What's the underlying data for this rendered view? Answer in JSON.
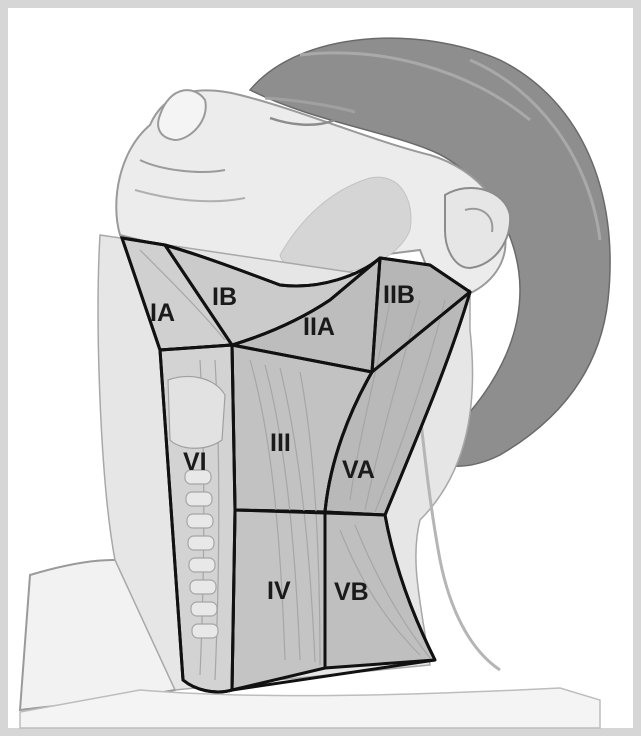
{
  "diagram": {
    "levels": [
      {
        "id": "IA",
        "label": "IA"
      },
      {
        "id": "IB",
        "label": "IB"
      },
      {
        "id": "IIA",
        "label": "IIA"
      },
      {
        "id": "IIB",
        "label": "IIB"
      },
      {
        "id": "III",
        "label": "III"
      },
      {
        "id": "IV",
        "label": "IV"
      },
      {
        "id": "VA",
        "label": "VA"
      },
      {
        "id": "VB",
        "label": "VB"
      },
      {
        "id": "VI",
        "label": "VI"
      }
    ],
    "colors": {
      "hair": "#8e8e8e",
      "skin": "#ececec",
      "beard": "#d5d5d5",
      "region": "#bdbdbd",
      "region_light": "#d0d0d0",
      "outline": "#111111"
    }
  }
}
